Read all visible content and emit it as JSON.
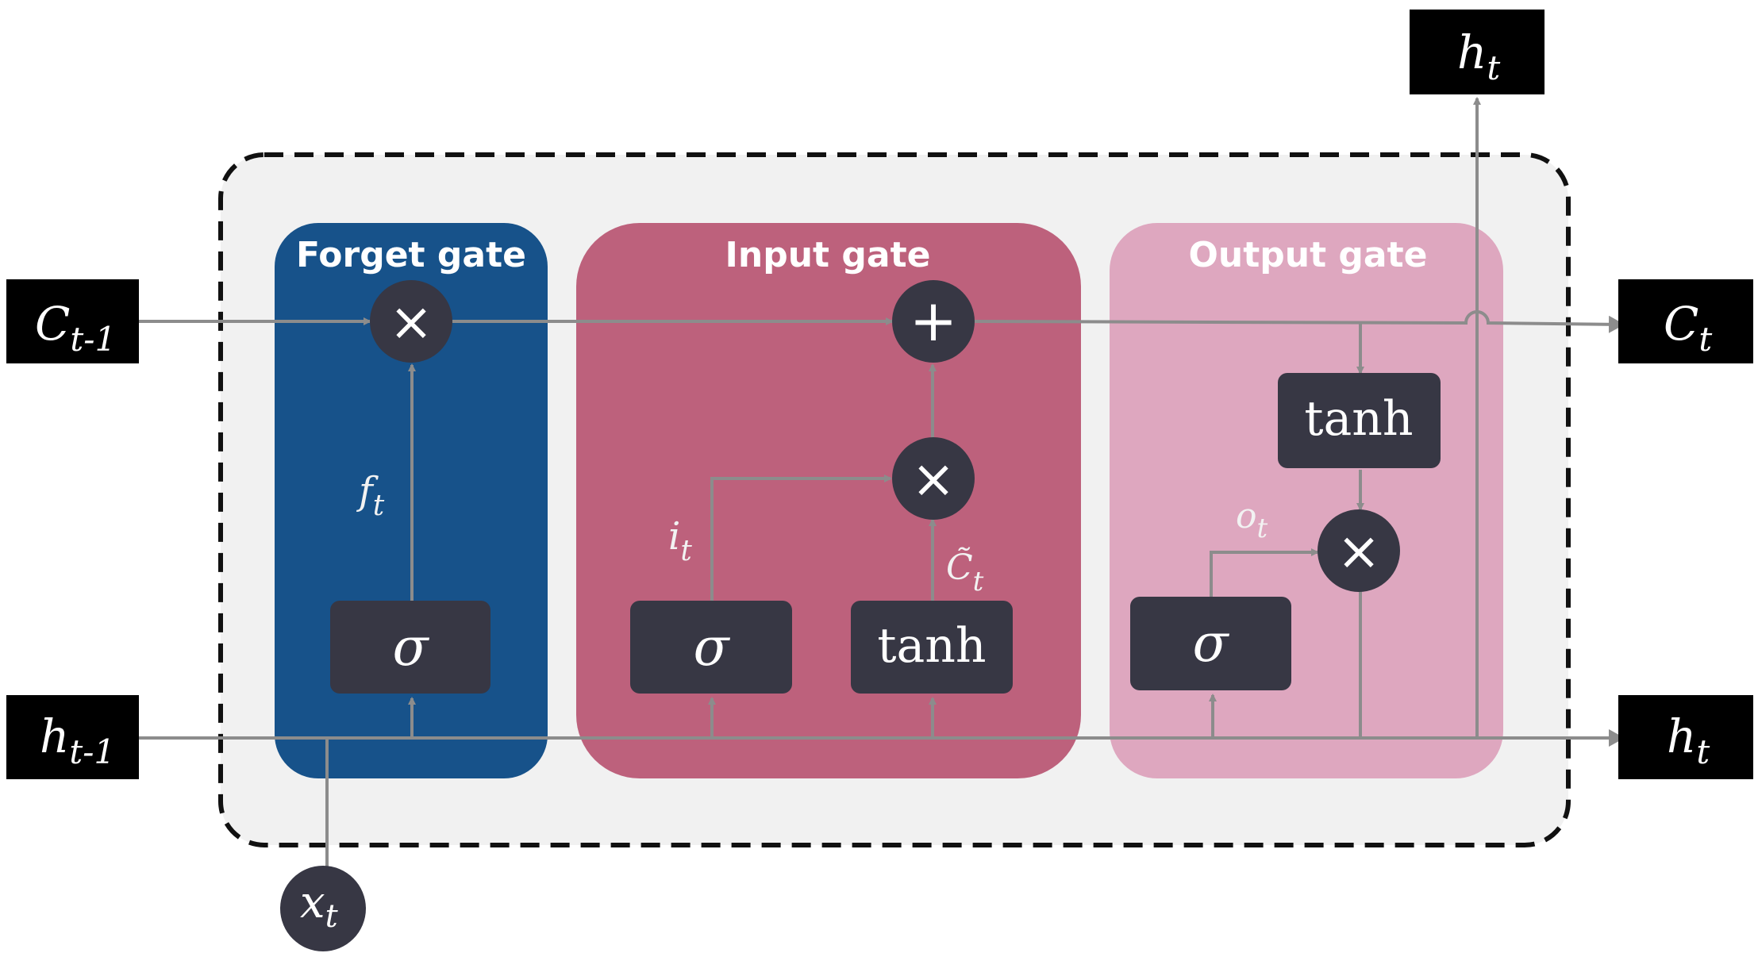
{
  "gates": {
    "forget": {
      "title": "Forget gate",
      "color": "#17528a"
    },
    "input": {
      "title": "Input gate",
      "color": "#bd617c"
    },
    "output": {
      "title": "Output gate",
      "color": "#dea7bf"
    }
  },
  "cell_background": "#f1f1f1",
  "node_color": "#373744",
  "terminals": {
    "c_prev": {
      "base": "C",
      "sub": "t-1"
    },
    "h_prev": {
      "base": "h",
      "sub": "t-1"
    },
    "c_next": {
      "base": "C",
      "sub": "t"
    },
    "h_next": {
      "base": "h",
      "sub": "t"
    },
    "h_top": {
      "base": "h",
      "sub": "t"
    },
    "x_in": {
      "base": "x",
      "sub": "t"
    }
  },
  "ops": {
    "sigma": "σ",
    "tanh": "tanh",
    "multiply": "×",
    "add": "+"
  },
  "annotations": {
    "f": {
      "base": "f",
      "sub": "t"
    },
    "i": {
      "base": "i",
      "sub": "t"
    },
    "c_tilde": {
      "base": "C̃",
      "sub": "t"
    },
    "o": {
      "base": "o",
      "sub": "t"
    }
  }
}
